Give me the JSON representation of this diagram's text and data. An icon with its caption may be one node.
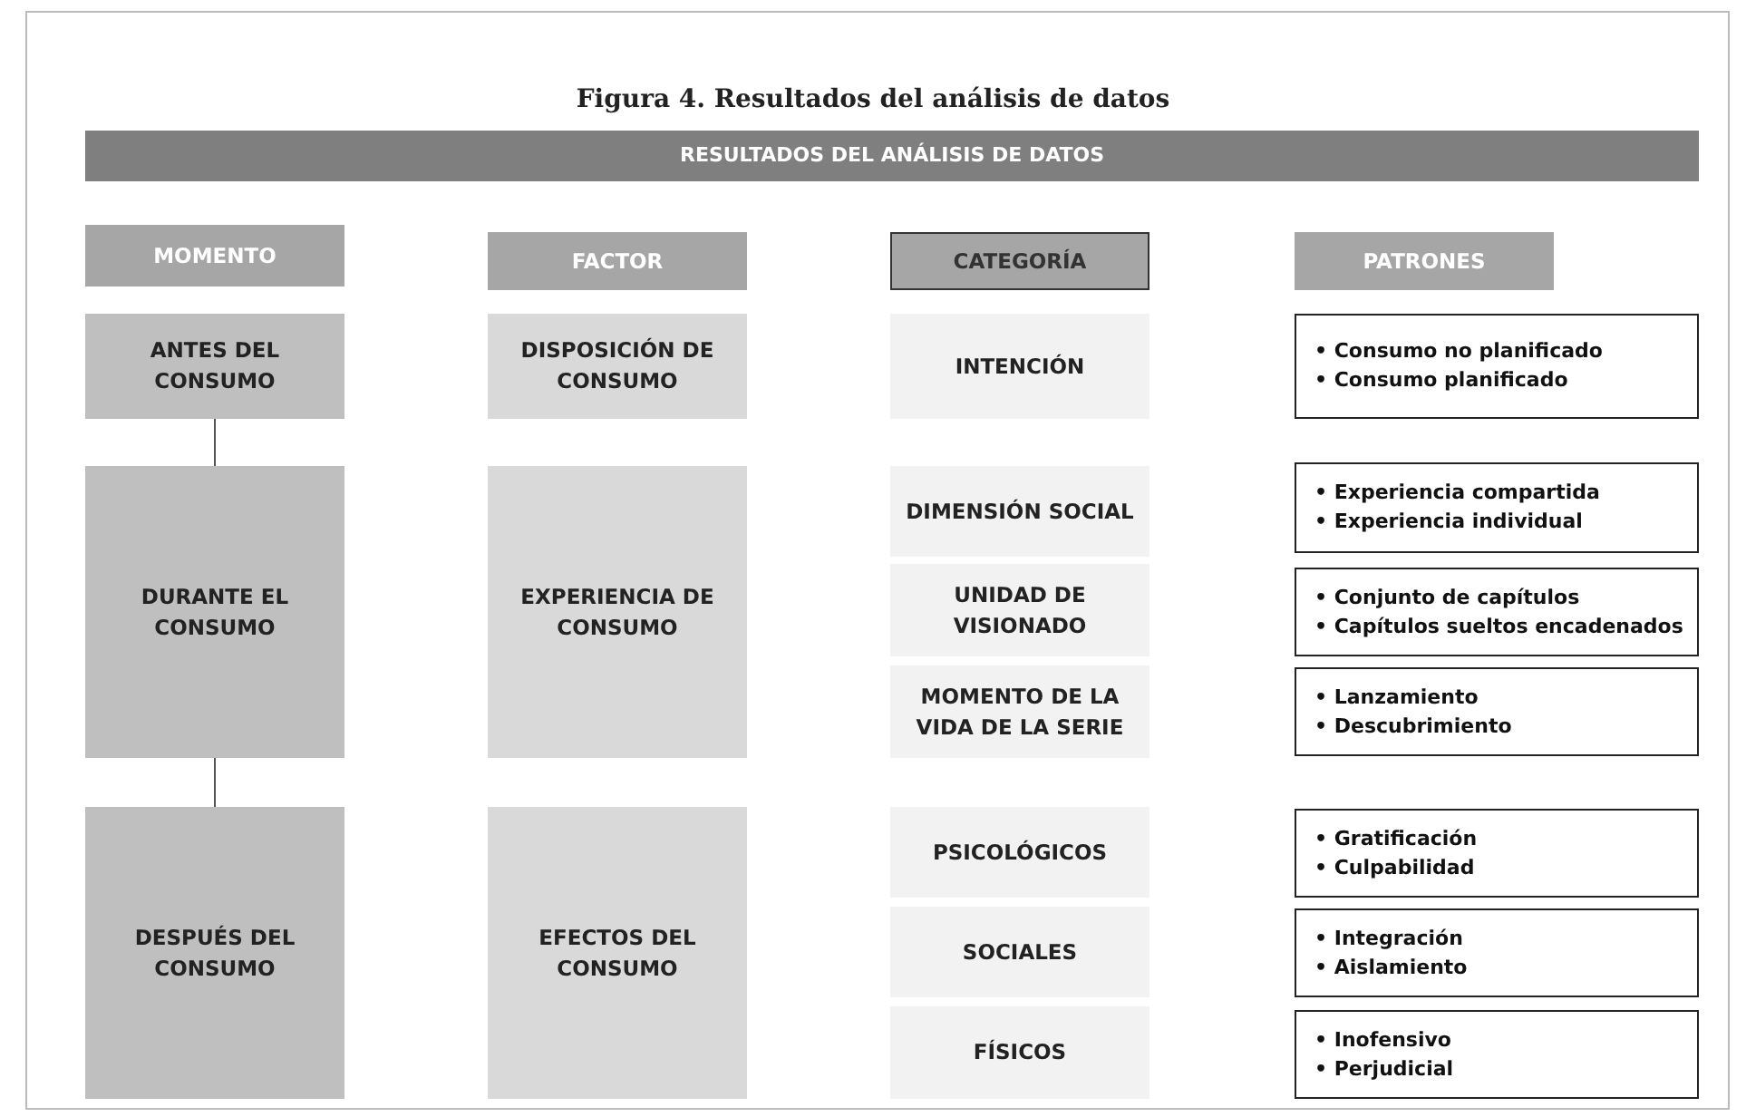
{
  "diagram": {
    "title": "Figura 4. Resultados del análisis de datos",
    "nodes": [
      {
        "text": [
          "RESULTADOS DEL ANÁLISIS DE DATOS"
        ]
      },
      {
        "text": [
          "MOMENTO"
        ]
      },
      {
        "text": [
          "FACTOR"
        ]
      },
      {
        "text": [
          "CATEGORÍA"
        ]
      },
      {
        "text": [
          "PATRONES"
        ]
      },
      {
        "text": [
          "ANTES DEL CONSUMO"
        ]
      },
      {
        "text": [
          "DISPOSICIÓN DE CONSUMO"
        ]
      },
      {
        "text": [
          "INTENCIÓN"
        ]
      },
      {
        "text": [
          "• Consumo no planificado",
          "• Consumo planificado"
        ]
      },
      {
        "text": [
          "DURANTE EL CONSUMO"
        ]
      },
      {
        "text": [
          "EXPERIENCIA DE CONSUMO"
        ]
      },
      {
        "text": [
          "DIMENSIÓN SOCIAL"
        ]
      },
      {
        "text": [
          "• Experiencia compartida",
          "• Experiencia individual"
        ]
      },
      {
        "text": [
          "UNIDAD DE VISIONADO"
        ]
      },
      {
        "text": [
          "• Conjunto de capítulos",
          "• Capítulos sueltos encadenados"
        ]
      },
      {
        "text": [
          "MOMENTO DE LA VIDA DE LA SERIE"
        ]
      },
      {
        "text": [
          "• Lanzamiento",
          "• Descubrimiento"
        ]
      },
      {
        "text": [
          "DESPUÉS DEL CONSUMO"
        ]
      },
      {
        "text": [
          "EFECTOS DEL CONSUMO"
        ]
      },
      {
        "text": [
          "PSICOLÓGICOS"
        ]
      },
      {
        "text": [
          "• Gratificación",
          "• Culpabilidad"
        ]
      },
      {
        "text": [
          "SOCIALES"
        ]
      },
      {
        "text": [
          "• Integración",
          "• Aislamiento"
        ]
      },
      {
        "text": [
          "FÍSICOS"
        ]
      },
      {
        "text": [
          "• Inofensivo",
          "• Perjudicial"
        ]
      }
    ],
    "edges": [
      {
        "from": 5,
        "to": 9,
        "arrow": "none"
      },
      {
        "from": 9,
        "to": 17,
        "arrow": "none"
      }
    ]
  }
}
